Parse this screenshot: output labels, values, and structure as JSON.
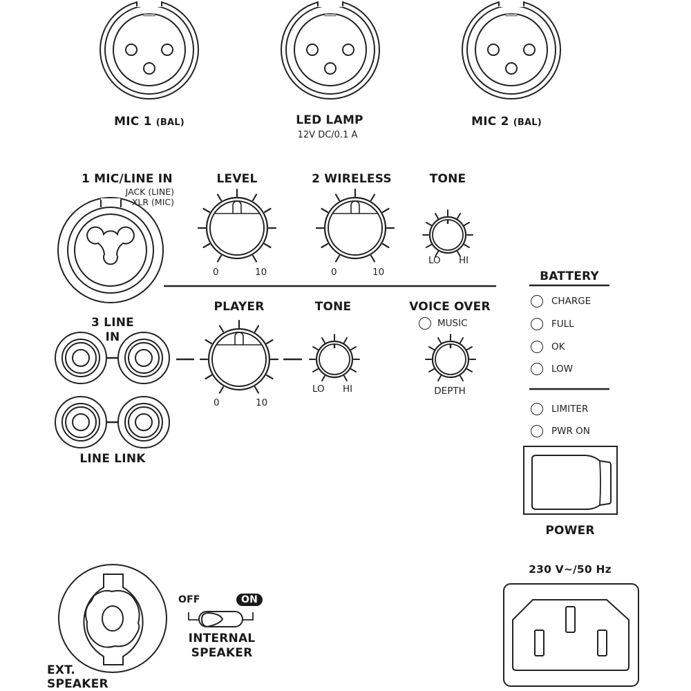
{
  "panel": {
    "top_connectors": [
      {
        "label": "MIC 1",
        "qualifier": "(BAL)",
        "icon": "xlr-female-icon"
      },
      {
        "label": "LED LAMP",
        "spec": "12V DC/0.1 A",
        "icon": "xlr-female-icon"
      },
      {
        "label": "MIC 2",
        "qualifier": "(BAL)",
        "icon": "xlr-female-icon"
      }
    ],
    "channel1": {
      "title": "1 MIC/LINE IN",
      "sub1": "JACK (LINE)",
      "sub2": "XLR (MIC)",
      "level": {
        "title": "LEVEL",
        "min": "0",
        "max": "10"
      }
    },
    "channel2": {
      "title": "2 WIRELESS",
      "min": "0",
      "max": "10",
      "tone": {
        "title": "TONE",
        "lo": "LO",
        "hi": "HI"
      }
    },
    "channel3": {
      "title_line1": "3 LINE",
      "title_line2": "IN",
      "link": "LINE LINK",
      "player": {
        "title": "PLAYER",
        "min": "0",
        "max": "10"
      },
      "tone": {
        "title": "TONE",
        "lo": "LO",
        "hi": "HI"
      }
    },
    "voice_over": {
      "title": "VOICE OVER",
      "indicator": "MUSIC",
      "knob_label": "DEPTH"
    },
    "battery": {
      "title": "BATTERY",
      "leds": [
        "CHARGE",
        "FULL",
        "OK",
        "LOW"
      ]
    },
    "status_leds": [
      "LIMITER",
      "PWR ON"
    ],
    "power": {
      "label": "POWER"
    },
    "mains": {
      "label": "230 V~/50 Hz"
    },
    "ext_speaker": {
      "line1": "EXT.",
      "line2": "SPEAKER"
    },
    "internal_speaker": {
      "off": "OFF",
      "on": "ON",
      "line1": "INTERNAL",
      "line2": "SPEAKER",
      "state": "OFF"
    }
  },
  "colors": {
    "ink": "#1a1a1a",
    "background": "#ffffff"
  }
}
